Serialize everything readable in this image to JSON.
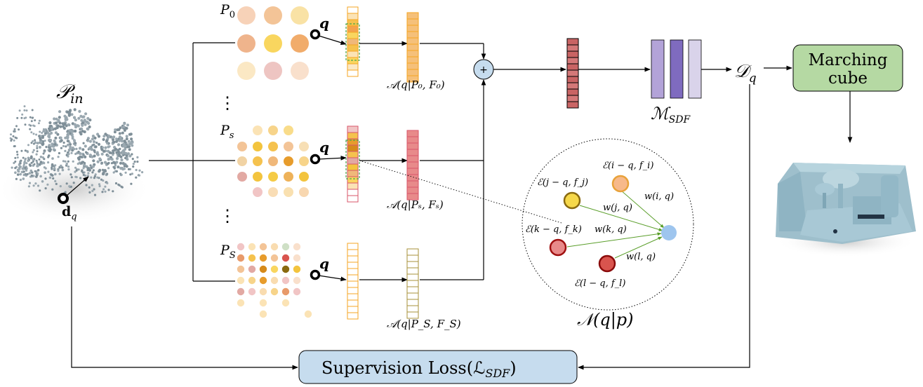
{
  "input_cloud": {
    "label": "𝒫",
    "label_sub": "in",
    "dir_label": "d",
    "dir_sub": "q"
  },
  "levels": [
    {
      "name": "P",
      "sub": "0",
      "query": "q",
      "agg_label": "𝒜(q|P₀, F₀)"
    },
    {
      "name": "P",
      "sub": "s",
      "query": "q",
      "agg_label": "𝒜(q|Pₛ, Fₛ)"
    },
    {
      "name": "P",
      "sub": "S",
      "query": "q",
      "agg_label": "𝒜(q|P_S, F_S)"
    }
  ],
  "ellipsis": "⋮",
  "sum_symbol": "+",
  "mlp": {
    "label": "ℳ",
    "label_sub": "SDF"
  },
  "output": {
    "label": "𝒟",
    "label_sub": "q"
  },
  "marching": {
    "line1": "Marching",
    "line2": "cube",
    "color": "#b5d9a3"
  },
  "loss": {
    "text": "Supervision Loss(ℒ",
    "sub": "SDF",
    "close": ")",
    "color": "#c6dcee"
  },
  "neighborhood": {
    "label": "𝒩(q|p)",
    "nodes": [
      {
        "label": "ℰ(i − q, f_i)",
        "color": "#f7b98a",
        "border": "#e8a23a"
      },
      {
        "label": "ℰ(j − q, f_j)",
        "color": "#f6d84a",
        "border": "#8a6a10"
      },
      {
        "label": "ℰ(k − q, f_k)",
        "color": "#e88a8a",
        "border": "#a01010"
      },
      {
        "label": "ℰ(l − q, f_l)",
        "color": "#d9544e",
        "border": "#8a0a0a"
      }
    ],
    "weights": [
      "w(i, q)",
      "w(j, q)",
      "w(k, q)",
      "w(l, q)"
    ],
    "target_color": "#9ec5ee"
  },
  "colors": {
    "level0_vector": "#f5a623",
    "levels_vector": "#d9566a",
    "levelS_vector": "#a7913a",
    "mlp_bars": [
      "#b3a3d8",
      "#7f6bbf",
      "#d9d3ea"
    ],
    "fused_vector": "#c96464",
    "edge_color": "#5a9e2a"
  }
}
